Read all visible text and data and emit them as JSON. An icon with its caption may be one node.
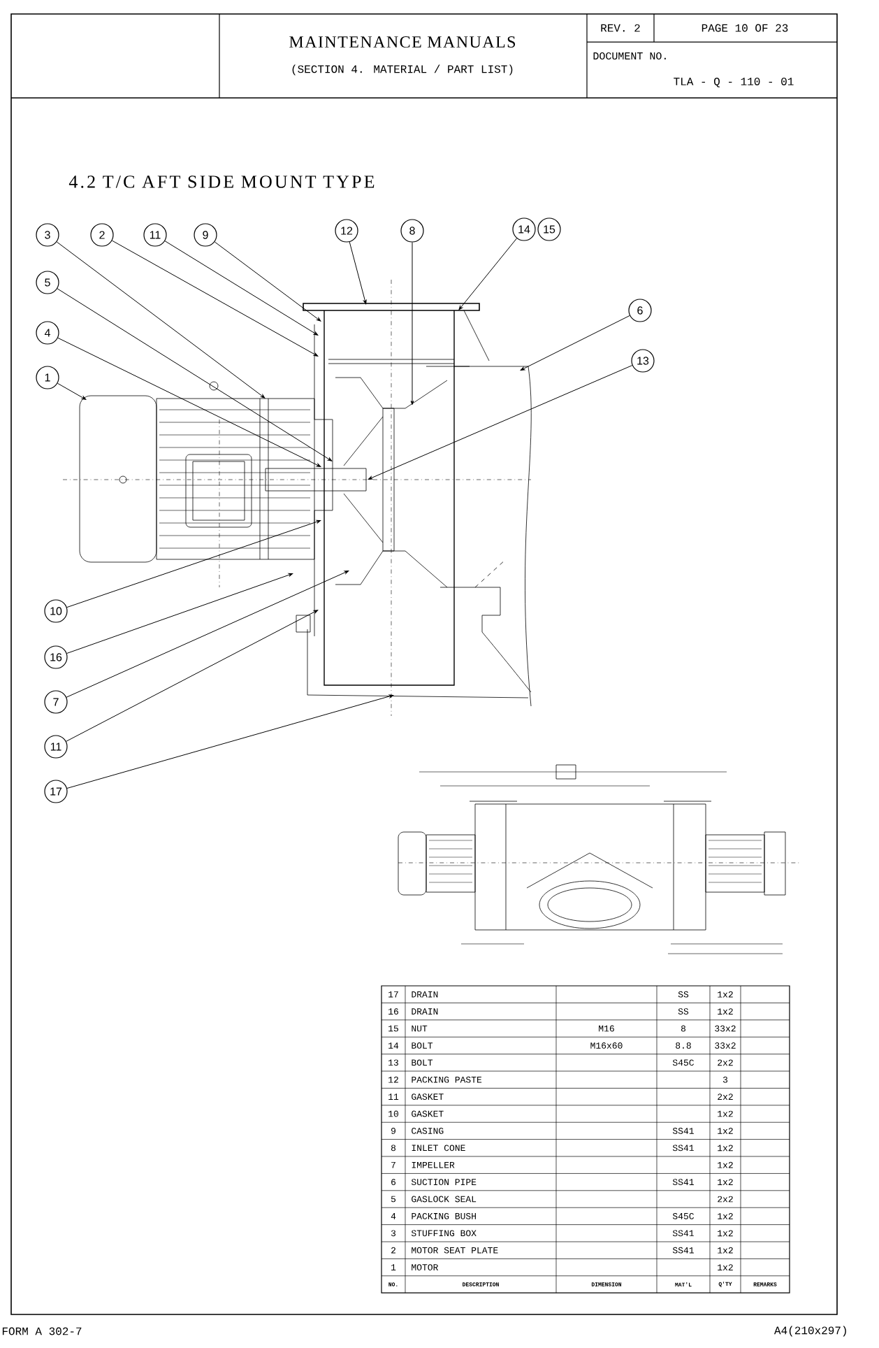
{
  "diagram": {
    "title": "4.2 T/C AFT SIDE MOUNT TYPE",
    "nodes": [
      {
        "text": [
          "3"
        ]
      },
      {
        "text": [
          "2"
        ]
      },
      {
        "text": [
          "11"
        ]
      },
      {
        "text": [
          "9"
        ]
      },
      {
        "text": [
          "12"
        ]
      },
      {
        "text": [
          "8"
        ]
      },
      {
        "text": [
          "14"
        ]
      },
      {
        "text": [
          "15"
        ]
      },
      {
        "text": [
          "5"
        ]
      },
      {
        "text": [
          "4"
        ]
      },
      {
        "text": [
          "1"
        ]
      },
      {
        "text": [
          "6"
        ]
      },
      {
        "text": [
          "13"
        ]
      },
      {
        "text": [
          "10"
        ]
      },
      {
        "text": [
          "16"
        ]
      },
      {
        "text": [
          "7"
        ]
      },
      {
        "text": [
          "11"
        ]
      },
      {
        "text": [
          "17"
        ]
      }
    ],
    "edges": [
      {
        "from": 0,
        "to": null,
        "arrow": "to"
      },
      {
        "from": 1,
        "to": null,
        "arrow": "to"
      },
      {
        "from": 2,
        "to": null,
        "arrow": "to"
      },
      {
        "from": 3,
        "to": null,
        "arrow": "to"
      },
      {
        "from": 4,
        "to": null,
        "arrow": "to"
      },
      {
        "from": 5,
        "to": null,
        "arrow": "to"
      },
      {
        "from": 6,
        "to": null,
        "arrow": "to"
      },
      {
        "from": 8,
        "to": null,
        "arrow": "to"
      },
      {
        "from": 9,
        "to": null,
        "arrow": "to"
      },
      {
        "from": 10,
        "to": null,
        "arrow": "to"
      },
      {
        "from": 11,
        "to": null,
        "arrow": "to"
      },
      {
        "from": 12,
        "to": null,
        "arrow": "to"
      },
      {
        "from": 13,
        "to": null,
        "arrow": "to"
      },
      {
        "from": 14,
        "to": null,
        "arrow": "to"
      },
      {
        "from": 15,
        "to": null,
        "arrow": "to"
      },
      {
        "from": 16,
        "to": null,
        "arrow": "to"
      },
      {
        "from": 17,
        "to": null,
        "arrow": "to"
      }
    ],
    "labels": [
      "MAINTENANCE MANUALS",
      "(SECTION 4. MATERIAL / PART LIST)",
      "REV. 2",
      "PAGE 10 OF 23",
      "DOCUMENT NO.",
      "TLA - Q - 110 - 01",
      "17",
      "DRAIN",
      "SS",
      "1x2",
      "16",
      "DRAIN",
      "SS",
      "1x2",
      "15",
      "NUT",
      "M16",
      "8",
      "33x2",
      "14",
      "BOLT",
      "M16x60",
      "8.8",
      "33x2",
      "13",
      "BOLT",
      "S45C",
      "2x2",
      "12",
      "PACKING PASTE",
      "3",
      "11",
      "GASKET",
      "2x2",
      "10",
      "GASKET",
      "1x2",
      "9",
      "CASING",
      "SS41",
      "1x2",
      "8",
      "INLET CONE",
      "SS41",
      "1x2",
      "7",
      "IMPELLER",
      "1x2",
      "6",
      "SUCTION PIPE",
      "SS41",
      "1x2",
      "5",
      "GASLOCK SEAL",
      "2x2",
      "4",
      "PACKING BUSH",
      "S45C",
      "1x2",
      "3",
      "STUFFING BOX",
      "SS41",
      "1x2",
      "2",
      "MOTOR SEAT PLATE",
      "SS41",
      "1x2",
      "1",
      "MOTOR",
      "1x2",
      "NO.",
      "DESCRIPTION",
      "DIMENSION",
      "MAT'L",
      "Q'TY",
      "REMARKS",
      "FORM A 302-7",
      "A4(210x297)"
    ]
  }
}
